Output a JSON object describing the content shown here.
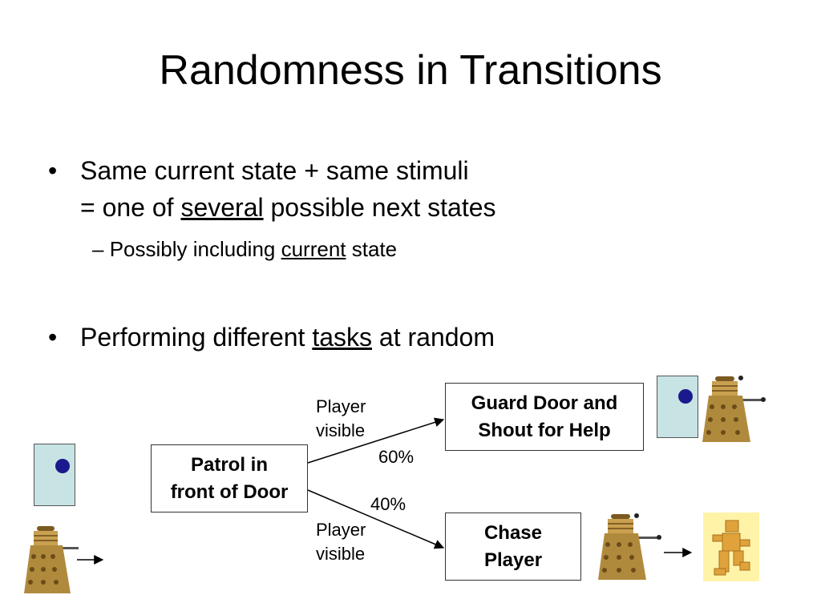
{
  "title": "Randomness in Transitions",
  "bullets": {
    "b1_line1": "Same current state + same stimuli",
    "b1_line2_pre": "= one of ",
    "b1_line2_u": "several",
    "b1_line2_post": " possible next states",
    "sub1_pre": "Possibly including ",
    "sub1_u": "current",
    "sub1_post": " state",
    "b2_pre": "Performing different ",
    "b2_u": "tasks",
    "b2_post": " at random",
    "dot": "•",
    "dash": "–"
  },
  "diagram": {
    "state_patrol": {
      "line1": "Patrol in",
      "line2": "front of Door"
    },
    "state_guard": {
      "line1": "Guard Door and",
      "line2": "Shout for Help"
    },
    "state_chase": {
      "line1": "Chase",
      "line2": "Player"
    },
    "edge_top": {
      "cond1": "Player",
      "cond2": "visible",
      "prob": "60%"
    },
    "edge_bottom": {
      "cond1": "Player",
      "cond2": "visible",
      "prob": "40%"
    }
  },
  "colors": {
    "door": "#c7e3e3",
    "knob": "#1a1a8c",
    "dalek_body": "#b08a3c",
    "player": "#e0a23a"
  }
}
